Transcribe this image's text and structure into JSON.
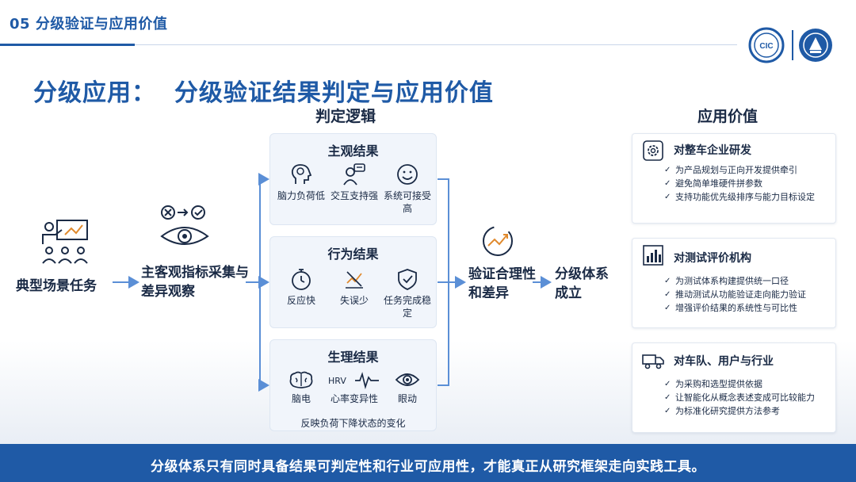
{
  "section": {
    "label": "05 分级验证与应用价值"
  },
  "title": "分级应用：  分级验证结果判定与应用价值",
  "columns": {
    "logic_head": "判定逻辑",
    "value_head": "应用价值"
  },
  "flow": {
    "scene": "典型场景任务",
    "collect": "主客观指标采集与差异观察",
    "verify": "验证合理性和差异",
    "system": "分级体系成立"
  },
  "results": [
    {
      "title": "主观结果",
      "items": [
        {
          "label": "脑力负荷低",
          "icon": "brain-head-icon"
        },
        {
          "label": "交互支持强",
          "icon": "person-chat-icon"
        },
        {
          "label": "系统可接受高",
          "icon": "smile-icon"
        }
      ]
    },
    {
      "title": "行为结果",
      "items": [
        {
          "label": "反应快",
          "icon": "stopwatch-icon"
        },
        {
          "label": "失误少",
          "icon": "error-cross-icon"
        },
        {
          "label": "任务完成稳定",
          "icon": "shield-check-icon"
        }
      ]
    },
    {
      "title": "生理结果",
      "items": [
        {
          "label": "脑电",
          "icon": "brain-icon"
        },
        {
          "label": "心率变异性",
          "icon": "hrv-wave-icon",
          "badge": "HRV"
        },
        {
          "label": "眼动",
          "icon": "eye-icon"
        }
      ],
      "note": "反映负荷下降状态的变化"
    }
  ],
  "values": [
    {
      "title": "对整车企业研发",
      "icon": "gear-icon",
      "bullets": [
        "为产品规划与正向开发提供牵引",
        "避免简单堆硬件拼参数",
        "支持功能优先级排序与能力目标设定"
      ]
    },
    {
      "title": "对测试评价机构",
      "icon": "bar-chart-icon",
      "bullets": [
        "为测试体系构建提供统一口径",
        "推动测试从功能验证走向能力验证",
        "增强评价结果的系统性与可比性"
      ]
    },
    {
      "title": "对车队、用户与行业",
      "icon": "truck-icon",
      "bullets": [
        "为采购和选型提供依据",
        "让智能化从概念表述变成可比较能力",
        "为标准化研究提供方法参考"
      ]
    }
  ],
  "logo": {
    "cic_text": "CIC"
  },
  "colors": {
    "primary": "#1f5aa6",
    "box_bg": "#f1f5fb",
    "banner_text": "#ffffff"
  },
  "banner": "分级体系只有同时具备结果可判定性和行业可应用性，才能真正从研究框架走向实践工具。"
}
